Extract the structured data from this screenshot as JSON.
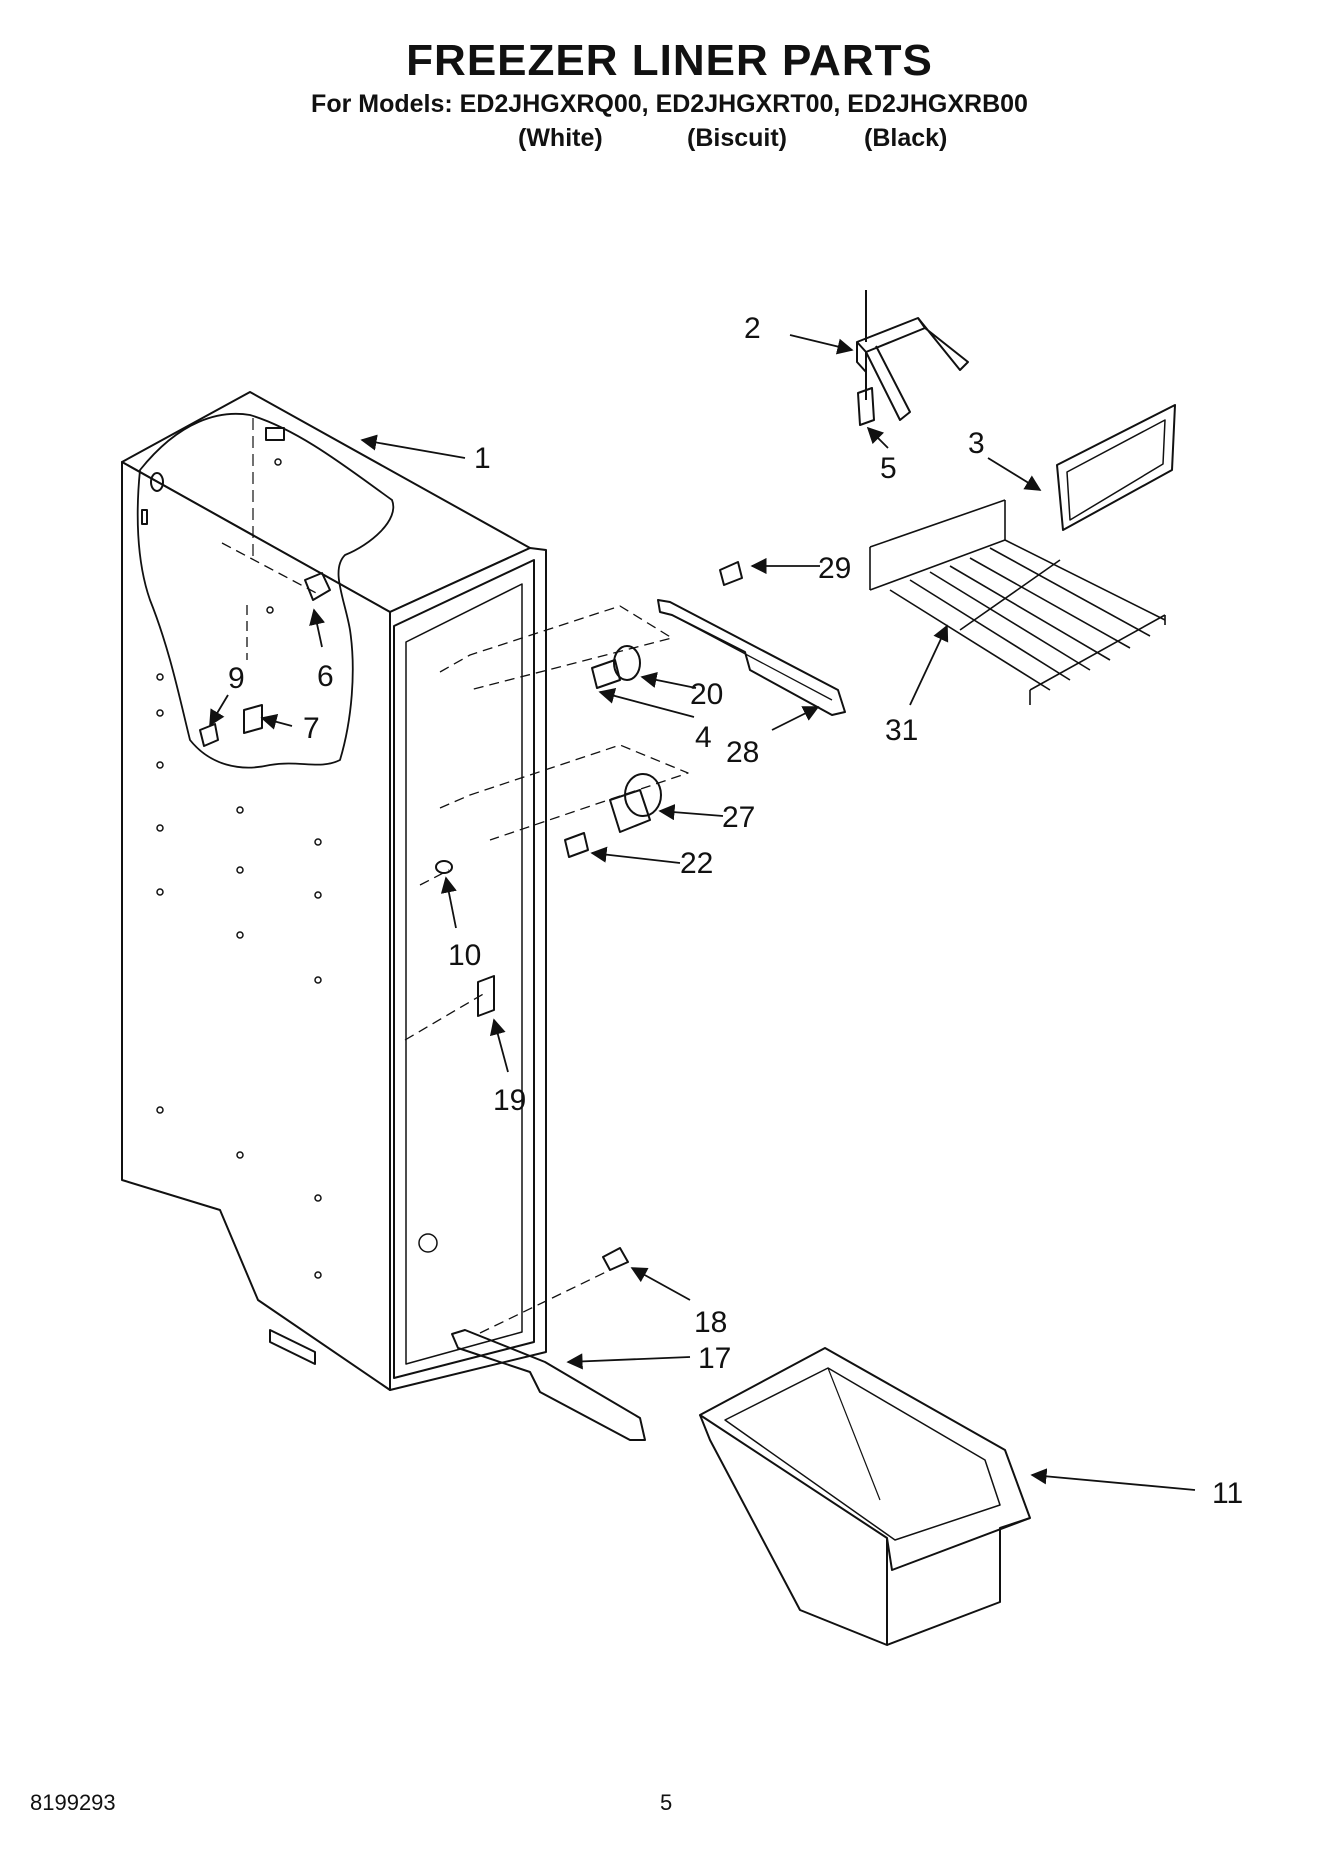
{
  "header": {
    "title": "FREEZER LINER PARTS",
    "models_line": "For Models: ED2JHGXRQ00, ED2JHGXRT00, ED2JHGXRB00",
    "colors": [
      "(White)",
      "(Biscuit)",
      "(Black)"
    ]
  },
  "callouts": [
    {
      "id": "1",
      "label": "1"
    },
    {
      "id": "2",
      "label": "2"
    },
    {
      "id": "3",
      "label": "3"
    },
    {
      "id": "4",
      "label": "4"
    },
    {
      "id": "5",
      "label": "5"
    },
    {
      "id": "6",
      "label": "6"
    },
    {
      "id": "7",
      "label": "7"
    },
    {
      "id": "9",
      "label": "9"
    },
    {
      "id": "10",
      "label": "10"
    },
    {
      "id": "11",
      "label": "11"
    },
    {
      "id": "17",
      "label": "17"
    },
    {
      "id": "18",
      "label": "18"
    },
    {
      "id": "19",
      "label": "19"
    },
    {
      "id": "20",
      "label": "20"
    },
    {
      "id": "22",
      "label": "22"
    },
    {
      "id": "27",
      "label": "27"
    },
    {
      "id": "28",
      "label": "28"
    },
    {
      "id": "29",
      "label": "29"
    },
    {
      "id": "31",
      "label": "31"
    }
  ],
  "footer": {
    "doc_number": "8199293",
    "page_number": "5"
  }
}
